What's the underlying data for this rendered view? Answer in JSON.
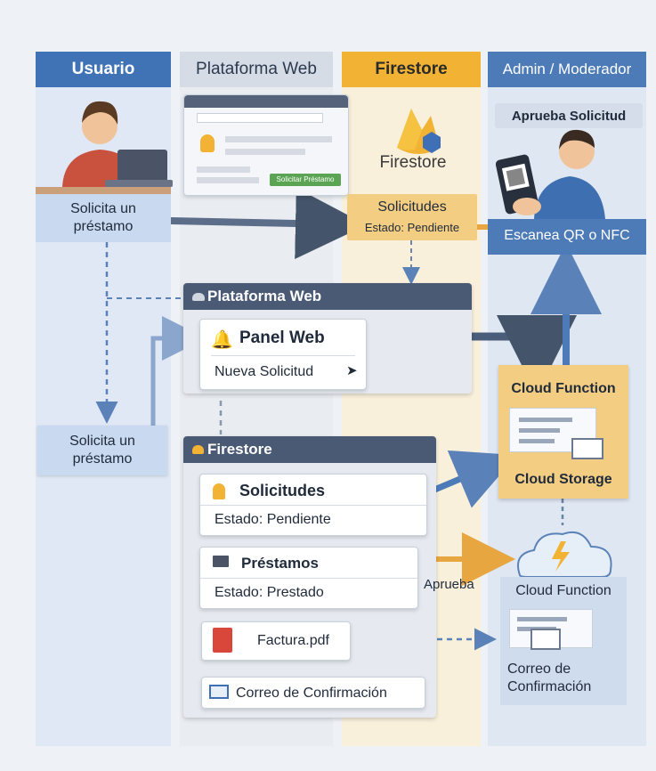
{
  "lanes": {
    "usuario": "Usuario",
    "plataforma": "Plataforma Web",
    "firestore": "Firestore",
    "admin": "Admin / Moderador"
  },
  "usuario": {
    "request_top": "Solicita un\npréstamo",
    "request_bottom": "Solicita un\npréstamo"
  },
  "platform_mockup": {
    "button": "Solicitar Préstamo"
  },
  "firestore_top": {
    "logo_label": "Firestore",
    "box_title": "Solicitudes",
    "box_state": "Estado: Pendiente"
  },
  "admin": {
    "approve_title": "Aprueba Solicitud",
    "scan_label": "Escanea QR o NFC"
  },
  "panel_web": {
    "header": "Plataforma Web",
    "card_title": "Panel Web",
    "card_sub": "Nueva Solicitud"
  },
  "firestore_panel": {
    "header": "Firestore",
    "solicitudes_title": "Solicitudes",
    "solicitudes_state": "Estado: Pendiente",
    "prestamos_title": "Préstamos",
    "prestamos_state": "Estado: Prestado",
    "invoice": "Factura.pdf",
    "confirmation": "Correo de Confirmación"
  },
  "right": {
    "cloud_function_top": "Cloud Function",
    "cloud_storage": "Cloud Storage",
    "cloud_function_bottom": "Cloud Function",
    "mail": "Correo de\nConfirmación"
  },
  "edge_labels": {
    "aprueba": "Aprueba"
  },
  "colors": {
    "usuario": "#3f73b5",
    "plataforma_head": "#d6dce6",
    "firestore": "#f2b233",
    "admin": "#4d7bb8",
    "arrow_blue": "#5b82b8",
    "arrow_orange": "#e8a640"
  },
  "icons": [
    "user-laptop-icon",
    "browser-mockup-icon",
    "firestore-flame-icon",
    "admin-phone-qr-icon",
    "cloud-icon",
    "bell-icon",
    "cursor-icon",
    "document-icon",
    "monitor-icon",
    "pdf-file-icon",
    "mail-icon",
    "cloud-function-bolt-icon"
  ]
}
